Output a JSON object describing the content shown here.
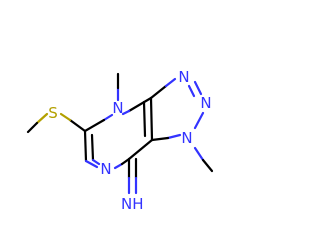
{
  "atoms": {
    "n4": {
      "label": "N"
    },
    "n_tri_a": {
      "label": "N"
    },
    "n_tri_b": {
      "label": "N"
    },
    "n1": {
      "label": "N"
    },
    "s": {
      "label": "S"
    },
    "n6": {
      "label": "N"
    },
    "imine": {
      "label": "NH"
    }
  },
  "colors": {
    "carbon_bond": "#000000",
    "nitrogen": "#3333ff",
    "sulfur": "#b3a000",
    "background": "#ffffff"
  }
}
